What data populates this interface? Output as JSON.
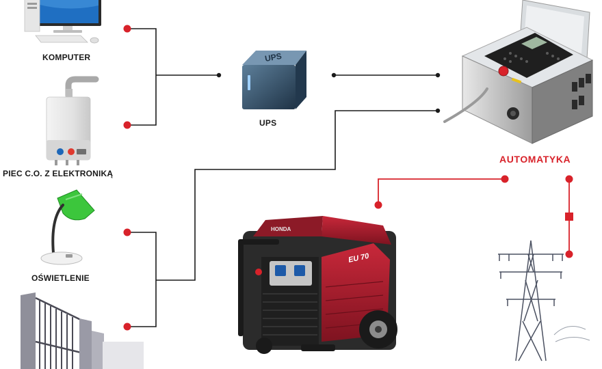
{
  "labels": {
    "computer": "KOMPUTER",
    "boiler": "PIEC C.O. Z ELEKTRONIKĄ",
    "lighting": "OŚWIETLENIE",
    "ups": "UPS",
    "automation": "AUTOMATYKA"
  },
  "device_text": {
    "ups_badge": "UPS",
    "generator_brand": "HONDA",
    "generator_model": "EU 70"
  },
  "icons": [
    "computer-icon",
    "boiler-icon",
    "lamp-icon",
    "gate-icon",
    "ups-icon",
    "control-panel-icon",
    "generator-icon",
    "power-pylon-icon"
  ],
  "colors": {
    "wire_black": "#1a1a1a",
    "wire_red": "#d8222a",
    "node_red": "#d8222a",
    "generator_red": "#b01c2a",
    "label_red": "#d8222a"
  }
}
